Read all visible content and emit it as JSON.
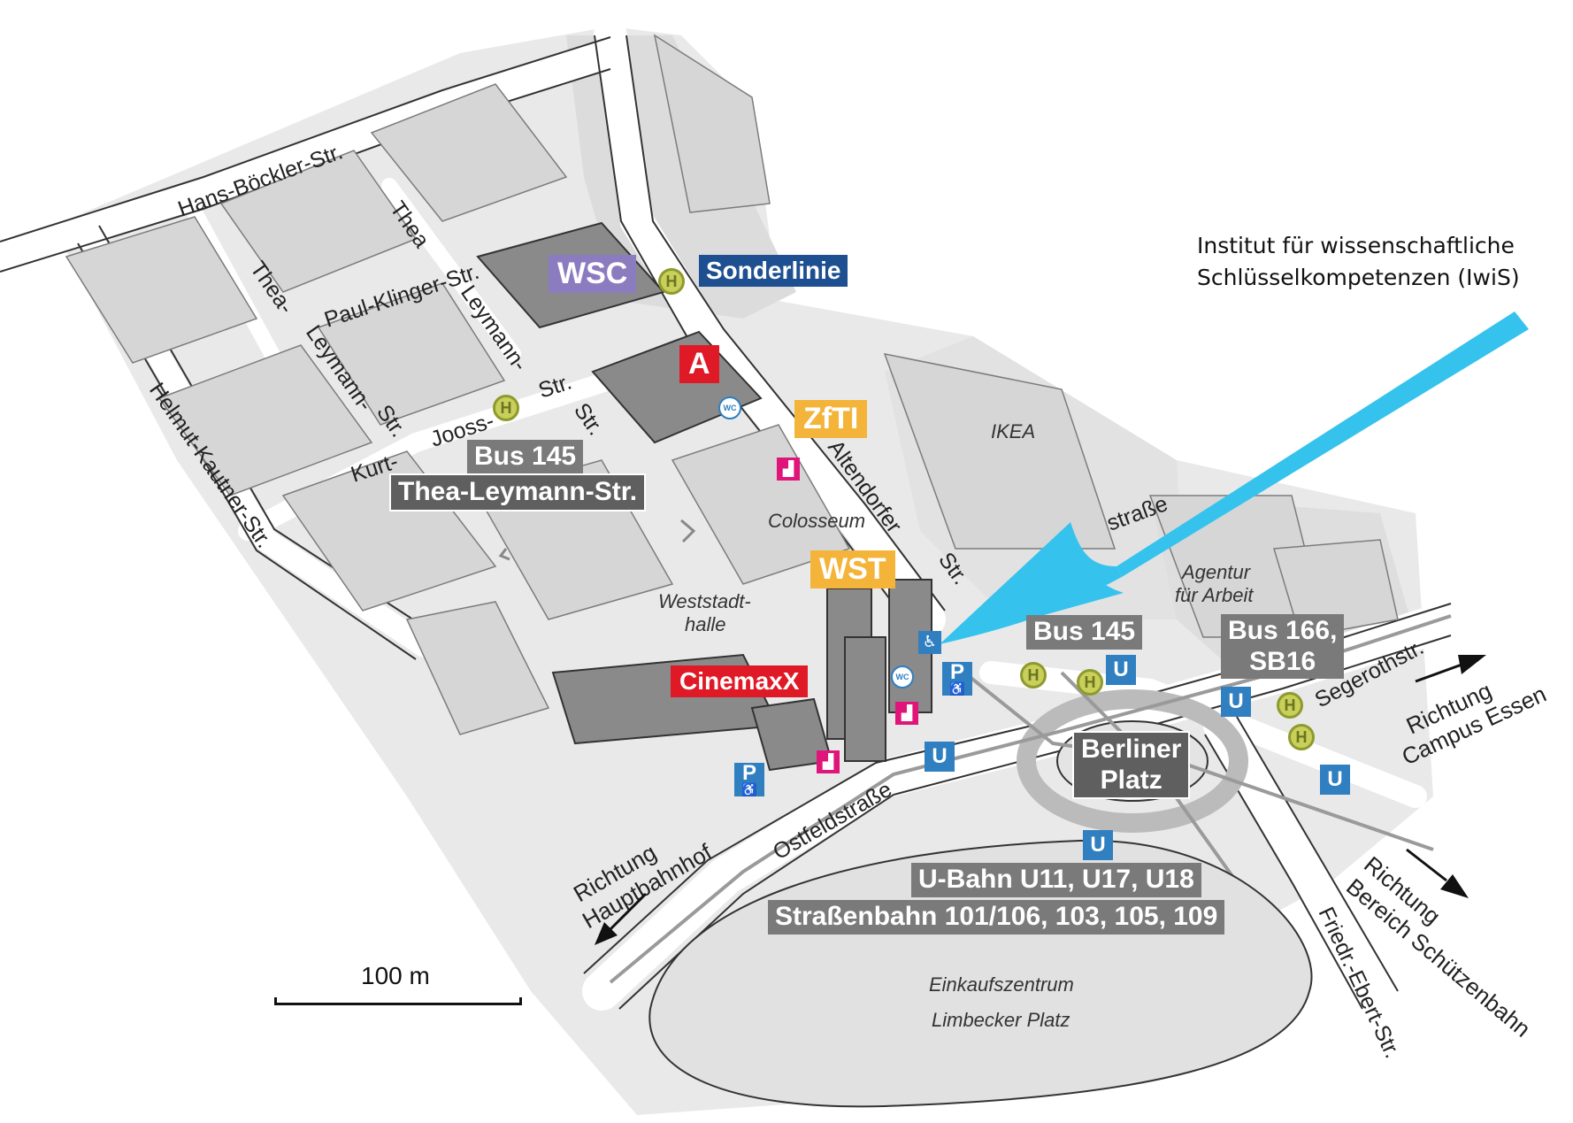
{
  "colors": {
    "wsc": "#8b7cc0",
    "sonderlinie": "#1e4f91",
    "a_building": "#e01926",
    "zfti": "#f4b43a",
    "wst": "#f4b43a",
    "cinemaxx": "#e01926",
    "callout_arrow": "#35c3ee",
    "transit_blue": "#2f7fc1",
    "stop_green": "#c8cf5a",
    "stairs_pink": "#e0157a"
  },
  "streets": {
    "hans_boeckler": "Hans-Böckler-Str.",
    "thea_top_1": "Thea",
    "thea_top_2": "Thea-",
    "paul_klinger": "Paul-Klinger-Str.",
    "leymann_1": "Leymann-",
    "leymann_2": "Leymann-",
    "str_1": "Str.",
    "str_2": "Str.",
    "str_3": "Str.",
    "kurt": "Kurt-",
    "jooss": "Jooss-",
    "helmut_kautner": "Helmut-Kautner-Str.",
    "altendorfer": "Altendorfer",
    "altendorfer_str": "Str.",
    "segeroth": "Segerothstr.",
    "ostfeld": "Ostfeldstraße",
    "friedr_ebert": "Friedr.-Ebert-Str.",
    "strasse_partial": "straße"
  },
  "places": {
    "ikea": "IKEA",
    "colosseum": "Colosseum",
    "weststadthalle_1": "Weststadt-",
    "weststadthalle_2": "halle",
    "agentur_1": "Agentur",
    "agentur_2": "für Arbeit",
    "einkauf_1": "Einkaufszentrum",
    "einkauf_2": "Limbecker Platz"
  },
  "directions": {
    "hbf_1": "Richtung",
    "hbf_2": "Hauptbahnhof",
    "campus_1": "Richtung",
    "campus_2": "Campus Essen",
    "schuetzen_1": "Richtung",
    "schuetzen_2": "Bereich Schützenbahn"
  },
  "buildings": {
    "wsc": "WSC",
    "a": "A",
    "zfti": "ZfTI",
    "wst": "WST",
    "cinemaxx": "CinemaxX"
  },
  "transit": {
    "sonderlinie": "Sonderlinie",
    "bus145_top": "Bus 145",
    "thea_stop": "Thea-Leymann-Str.",
    "bus145_right": "Bus 145",
    "bus166_1": "Bus 166,",
    "bus166_2": "SB16",
    "berliner_1": "Berliner",
    "berliner_2": "Platz",
    "ubahn": "U-Bahn U11, U17, U18",
    "strassenbahn": "Straßenbahn 101/106, 103, 105, 109",
    "h_symbol": "H",
    "u_symbol": "U",
    "p_symbol": "P",
    "wc_symbol": "WC"
  },
  "callout": {
    "line1": "Institut für wissenschaftliche",
    "line2": "Schlüsselkompetenzen (IwiS)"
  },
  "scale": {
    "label": "100 m"
  }
}
